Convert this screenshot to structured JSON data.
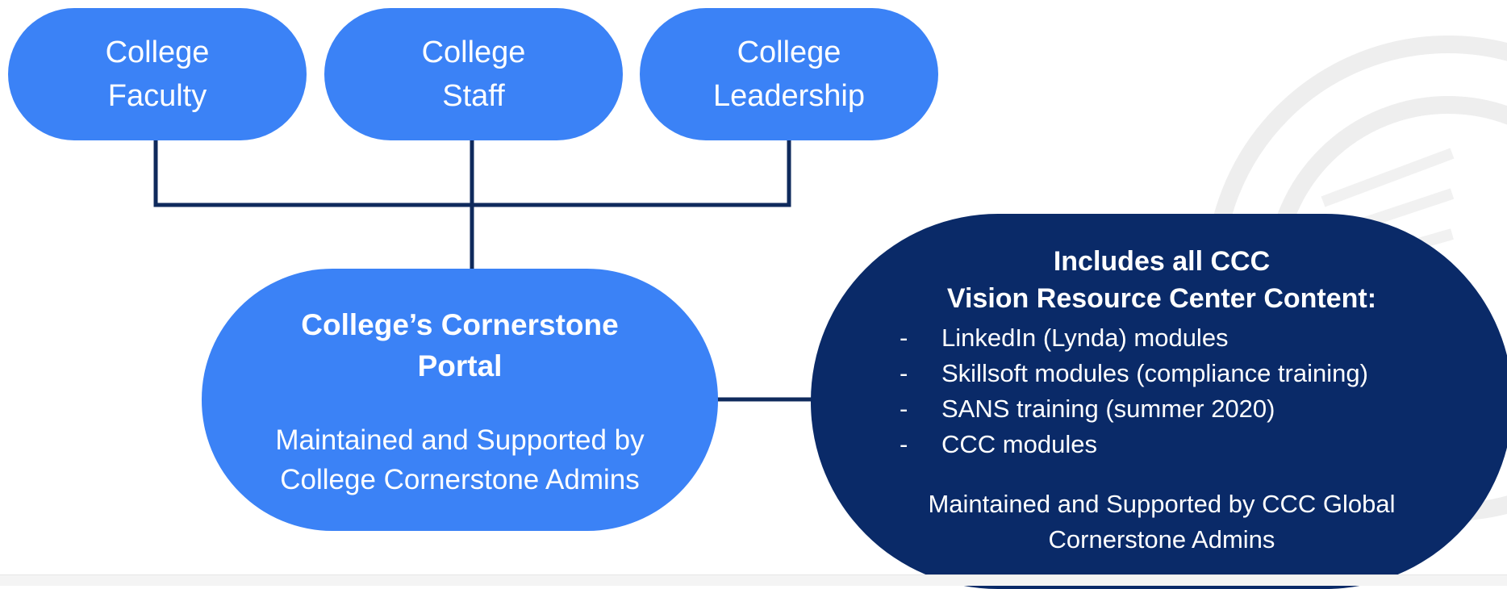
{
  "colors": {
    "role_pill": "#3b82f6",
    "portal_pill": "#3b82f6",
    "content_pill": "#0a2a68",
    "connector": "#0f2a5c",
    "text": "#ffffff"
  },
  "roles": [
    {
      "line1": "College",
      "line2": "Faculty"
    },
    {
      "line1": "College",
      "line2": "Staff"
    },
    {
      "line1": "College",
      "line2": "Leadership"
    }
  ],
  "portal": {
    "title_line1": "College’s Cornerstone",
    "title_line2": "Portal",
    "sub_line1": "Maintained and Supported by",
    "sub_line2": "College Cornerstone Admins"
  },
  "content": {
    "title_line1": "Includes all CCC",
    "title_line2": "Vision Resource Center Content:",
    "bullet_marker": "-",
    "items": [
      "LinkedIn (Lynda) modules",
      "Skillsoft modules (compliance training)",
      "SANS training (summer 2020)",
      "CCC modules"
    ],
    "sub_line1": "Maintained and Supported by CCC Global",
    "sub_line2": "Cornerstone Admins"
  },
  "icons": {
    "watermark": "ccc-seal-watermark-icon"
  }
}
